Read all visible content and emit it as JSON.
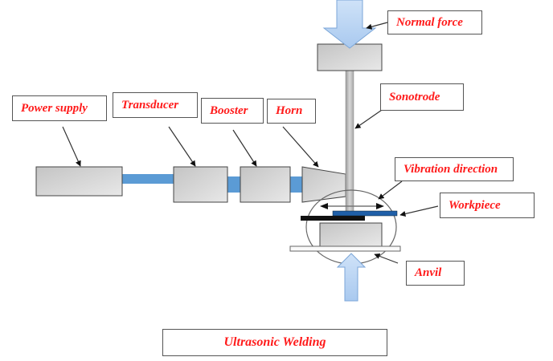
{
  "diagram": {
    "title": "Ultrasonic Welding",
    "labels": {
      "normal_force": "Normal force",
      "power_supply": "Power supply",
      "transducer": "Transducer",
      "booster": "Booster",
      "horn": "Horn",
      "sonotrode": "Sonotrode",
      "vibration_direction": "Vibration direction",
      "workpiece": "Workpiece",
      "anvil": "Anvil"
    },
    "colors": {
      "label_text": "#ff1a1a",
      "connector": "#5b9bd5",
      "workpiece": "#1f5fa8",
      "force_arrow": "#b9d5f5",
      "component_fill": "#d4d4d4"
    }
  }
}
